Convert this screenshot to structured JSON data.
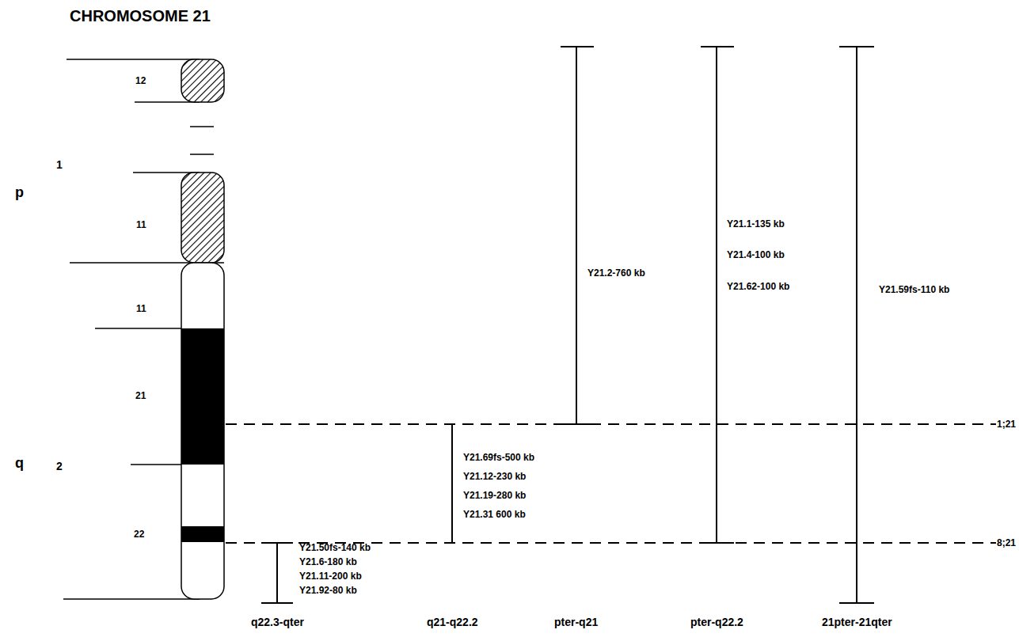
{
  "diagram": {
    "title": "CHROMOSOME 21",
    "labels": [
      "12",
      "1",
      "p",
      "11",
      "11",
      "21",
      "q",
      "2",
      "22",
      "Y21.2-760 kb",
      "Y21.1-135 kb",
      "Y21.4-100 kb",
      "Y21.62-100 kb",
      "Y21.59fs-110 kb",
      "1;21",
      "Y21.69fs-500 kb",
      "Y21.12-230 kb",
      "Y21.19-280 kb",
      "Y21.31 600 kb",
      "8;21",
      "Y21.50fs-140 kb",
      "Y21.6-180 kb",
      "Y21.11-200 kb",
      "Y21.92-80 kb",
      "q22.3-qter",
      "q21-q22.2",
      "pter-q21",
      "pter-q22.2",
      "21pter-21qter"
    ]
  }
}
